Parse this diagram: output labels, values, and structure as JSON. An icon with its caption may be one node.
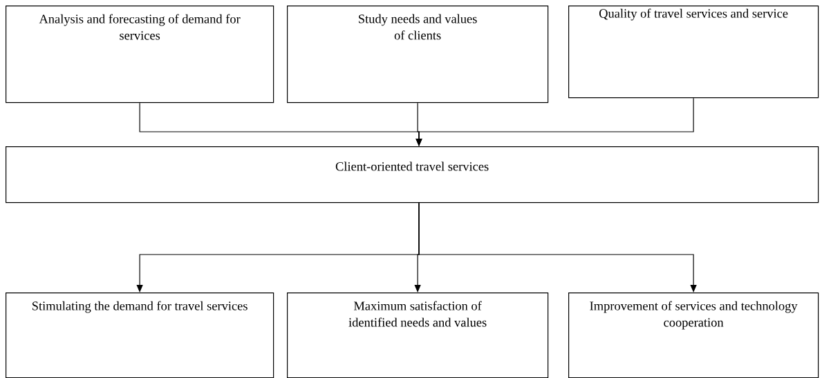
{
  "diagram": {
    "nodes": [
      {
        "text": [
          "Analysis and forecasting of demand for services"
        ]
      },
      {
        "text": [
          "Study needs and values of clients"
        ]
      },
      {
        "text": [
          "Quality of travel services and service"
        ]
      },
      {
        "text": [
          "Client-oriented travel services"
        ]
      },
      {
        "text": [
          "Stimulating the demand for travel services"
        ]
      },
      {
        "text": [
          "Maximum satisfaction of identified needs and values"
        ]
      },
      {
        "text": [
          "Improvement of services and technology cooperation"
        ]
      }
    ],
    "edges": [
      {
        "from": 0,
        "to": 3,
        "arrow": "to"
      },
      {
        "from": 1,
        "to": 3,
        "arrow": "to"
      },
      {
        "from": 2,
        "to": 3,
        "arrow": "to"
      },
      {
        "from": 3,
        "to": 4,
        "arrow": "to"
      },
      {
        "from": 3,
        "to": 5,
        "arrow": "to"
      },
      {
        "from": 3,
        "to": 6,
        "arrow": "to"
      }
    ]
  }
}
